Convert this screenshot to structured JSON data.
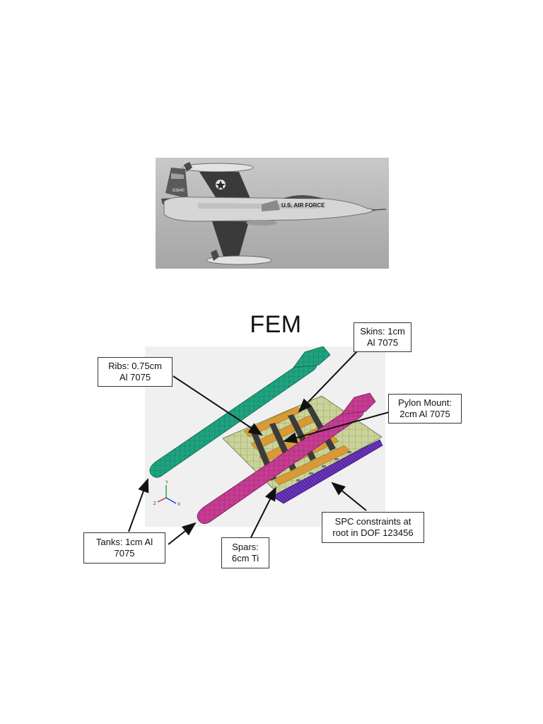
{
  "photo": {
    "aircraft_markings": {
      "fuselage_text": "U.S. AIR FORCE",
      "tail_number": "63840"
    }
  },
  "fem": {
    "title": "FEM",
    "colors": {
      "tank_upper": "#1fa27f",
      "tank_lower": "#c63c93",
      "skin": "#c9d39a",
      "ribs": "#d99a35",
      "spars": "#3b3b3b",
      "root_constraints": "#5a27a8",
      "callout_lines": "#111111"
    },
    "callouts": {
      "skins": [
        "Skins: 1cm",
        "Al 7075"
      ],
      "ribs": [
        "Ribs: 0.75cm",
        "Al 7075"
      ],
      "pylon": [
        "Pylon Mount:",
        "2cm Al 7075"
      ],
      "spc": [
        "SPC constraints at",
        "root in DOF 123456"
      ],
      "tanks": [
        "Tanks: 1cm Al",
        "7075"
      ],
      "spars": [
        "Spars:",
        "6cm Ti"
      ]
    },
    "axes": {
      "x": "X",
      "y": "Y",
      "z": "Z"
    }
  }
}
